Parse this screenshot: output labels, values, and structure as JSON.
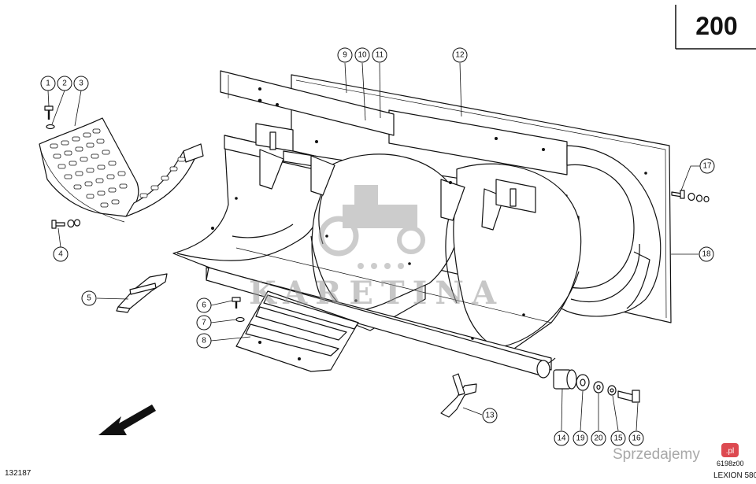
{
  "page_number": "200",
  "drawing_number": "132187",
  "figure_code": "6198z00",
  "model": "LEXION 580",
  "watermark": "KARETINA",
  "marketplace_label": "Sprzedajemy",
  "marketplace_badge": ".pl",
  "callouts": [
    "1",
    "2",
    "3",
    "4",
    "5",
    "6",
    "7",
    "8",
    "9",
    "10",
    "11",
    "12",
    "13",
    "14",
    "15",
    "16",
    "17",
    "18",
    "19",
    "20"
  ],
  "colors": {
    "ink": "#111111",
    "paper": "#ffffff",
    "watermark": "#9a9a9a",
    "badge": "#d9363e"
  }
}
